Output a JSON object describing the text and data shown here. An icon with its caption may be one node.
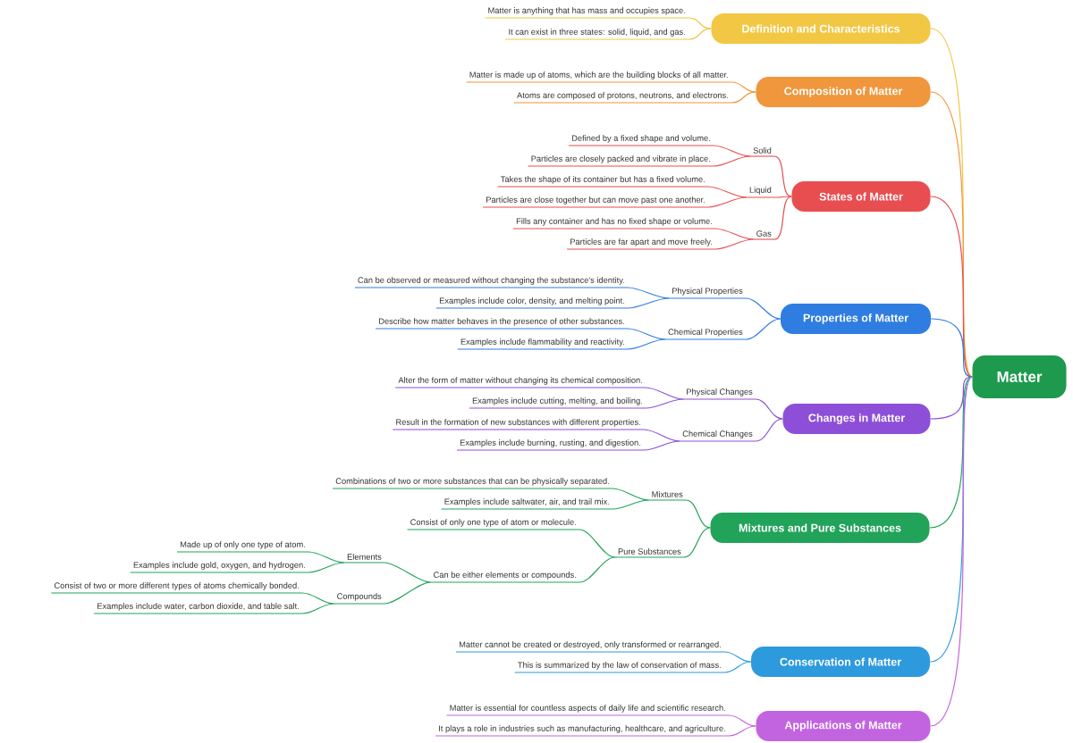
{
  "diagram": {
    "nodes": [
      {
        "text": [
          "Matter"
        ]
      },
      {
        "text": [
          "Definition and Characteristics"
        ]
      },
      {
        "text": [
          "Matter is anything that has mass and occupies space."
        ]
      },
      {
        "text": [
          "It can exist in three states: solid, liquid, and gas."
        ]
      },
      {
        "text": [
          "Composition of Matter"
        ]
      },
      {
        "text": [
          "Matter is made up of atoms, which are the building blocks of all matter."
        ]
      },
      {
        "text": [
          "Atoms are composed of protons, neutrons, and electrons."
        ]
      },
      {
        "text": [
          "States of Matter"
        ]
      },
      {
        "text": [
          "Solid"
        ]
      },
      {
        "text": [
          "Defined by a fixed shape and volume."
        ]
      },
      {
        "text": [
          "Particles are closely packed and vibrate in place."
        ]
      },
      {
        "text": [
          "Liquid"
        ]
      },
      {
        "text": [
          "Takes the shape of its container but has a fixed volume."
        ]
      },
      {
        "text": [
          "Particles are close together but can move past one another."
        ]
      },
      {
        "text": [
          "Gas"
        ]
      },
      {
        "text": [
          "Fills any container and has no fixed shape or volume."
        ]
      },
      {
        "text": [
          "Particles are far apart and move freely."
        ]
      },
      {
        "text": [
          "Properties of Matter"
        ]
      },
      {
        "text": [
          "Physical Properties"
        ]
      },
      {
        "text": [
          "Can be observed or measured without changing the substance's identity."
        ]
      },
      {
        "text": [
          "Examples include color, density, and melting point."
        ]
      },
      {
        "text": [
          "Chemical Properties"
        ]
      },
      {
        "text": [
          "Describe how matter behaves in the presence of other substances."
        ]
      },
      {
        "text": [
          "Examples include flammability and reactivity."
        ]
      },
      {
        "text": [
          "Changes in Matter"
        ]
      },
      {
        "text": [
          "Physical Changes"
        ]
      },
      {
        "text": [
          "Alter the form of matter without changing its chemical composition."
        ]
      },
      {
        "text": [
          "Examples include cutting, melting, and boiling."
        ]
      },
      {
        "text": [
          "Chemical Changes"
        ]
      },
      {
        "text": [
          "Result in the formation of new substances with different properties."
        ]
      },
      {
        "text": [
          "Examples include burning, rusting, and digestion."
        ]
      },
      {
        "text": [
          "Mixtures and Pure Substances"
        ]
      },
      {
        "text": [
          "Mixtures"
        ]
      },
      {
        "text": [
          "Combinations of two or more substances that can be physically separated."
        ]
      },
      {
        "text": [
          "Examples include saltwater, air, and trail mix."
        ]
      },
      {
        "text": [
          "Pure Substances"
        ]
      },
      {
        "text": [
          "Consist of only one type of atom or molecule."
        ]
      },
      {
        "text": [
          "Can be either elements or compounds."
        ]
      },
      {
        "text": [
          "Elements"
        ]
      },
      {
        "text": [
          "Made up of only one type of atom."
        ]
      },
      {
        "text": [
          "Examples include gold, oxygen, and hydrogen."
        ]
      },
      {
        "text": [
          "Compounds"
        ]
      },
      {
        "text": [
          "Consist of two or more different types of atoms chemically bonded."
        ]
      },
      {
        "text": [
          "Examples include water, carbon dioxide, and table salt."
        ]
      },
      {
        "text": [
          "Conservation of Matter"
        ]
      },
      {
        "text": [
          "Matter cannot be created or destroyed, only transformed or rearranged."
        ]
      },
      {
        "text": [
          "This is summarized by the law of conservation of mass."
        ]
      },
      {
        "text": [
          "Applications of Matter"
        ]
      },
      {
        "text": [
          "Matter is essential for countless aspects of daily life and scientific research."
        ]
      },
      {
        "text": [
          "It plays a role in industries such as manufacturing, healthcare, and agriculture."
        ]
      }
    ],
    "edges": [
      {
        "from": 0,
        "to": 1,
        "arrow": "none",
        "color": "#f2c744"
      },
      {
        "from": 1,
        "to": 2,
        "arrow": "none",
        "color": "#f2c744"
      },
      {
        "from": 1,
        "to": 3,
        "arrow": "none",
        "color": "#f2c744"
      },
      {
        "from": 0,
        "to": 4,
        "arrow": "none",
        "color": "#f0963c"
      },
      {
        "from": 4,
        "to": 5,
        "arrow": "none",
        "color": "#f0963c"
      },
      {
        "from": 4,
        "to": 6,
        "arrow": "none",
        "color": "#f0963c"
      },
      {
        "from": 0,
        "to": 7,
        "arrow": "none",
        "color": "#e84d50"
      },
      {
        "from": 7,
        "to": 8,
        "arrow": "none",
        "color": "#e84d50"
      },
      {
        "from": 8,
        "to": 9,
        "arrow": "none",
        "color": "#e84d50"
      },
      {
        "from": 8,
        "to": 10,
        "arrow": "none",
        "color": "#e84d50"
      },
      {
        "from": 7,
        "to": 11,
        "arrow": "none",
        "color": "#e84d50"
      },
      {
        "from": 11,
        "to": 12,
        "arrow": "none",
        "color": "#e84d50"
      },
      {
        "from": 11,
        "to": 13,
        "arrow": "none",
        "color": "#e84d50"
      },
      {
        "from": 7,
        "to": 14,
        "arrow": "none",
        "color": "#e84d50"
      },
      {
        "from": 14,
        "to": 15,
        "arrow": "none",
        "color": "#e84d50"
      },
      {
        "from": 14,
        "to": 16,
        "arrow": "none",
        "color": "#e84d50"
      },
      {
        "from": 0,
        "to": 17,
        "arrow": "none",
        "color": "#2f7de1"
      },
      {
        "from": 17,
        "to": 18,
        "arrow": "none",
        "color": "#2f7de1"
      },
      {
        "from": 18,
        "to": 19,
        "arrow": "none",
        "color": "#2f7de1"
      },
      {
        "from": 18,
        "to": 20,
        "arrow": "none",
        "color": "#2f7de1"
      },
      {
        "from": 17,
        "to": 21,
        "arrow": "none",
        "color": "#2f7de1"
      },
      {
        "from": 21,
        "to": 22,
        "arrow": "none",
        "color": "#2f7de1"
      },
      {
        "from": 21,
        "to": 23,
        "arrow": "none",
        "color": "#2f7de1"
      },
      {
        "from": 0,
        "to": 24,
        "arrow": "none",
        "color": "#8d4fd8"
      },
      {
        "from": 24,
        "to": 25,
        "arrow": "none",
        "color": "#8d4fd8"
      },
      {
        "from": 25,
        "to": 26,
        "arrow": "none",
        "color": "#8d4fd8"
      },
      {
        "from": 25,
        "to": 27,
        "arrow": "none",
        "color": "#8d4fd8"
      },
      {
        "from": 24,
        "to": 28,
        "arrow": "none",
        "color": "#8d4fd8"
      },
      {
        "from": 28,
        "to": 29,
        "arrow": "none",
        "color": "#8d4fd8"
      },
      {
        "from": 28,
        "to": 30,
        "arrow": "none",
        "color": "#8d4fd8"
      },
      {
        "from": 0,
        "to": 31,
        "arrow": "none",
        "color": "#22a35a"
      },
      {
        "from": 31,
        "to": 32,
        "arrow": "none",
        "color": "#22a35a"
      },
      {
        "from": 32,
        "to": 33,
        "arrow": "none",
        "color": "#22a35a"
      },
      {
        "from": 32,
        "to": 34,
        "arrow": "none",
        "color": "#22a35a"
      },
      {
        "from": 31,
        "to": 35,
        "arrow": "none",
        "color": "#22a35a"
      },
      {
        "from": 35,
        "to": 36,
        "arrow": "none",
        "color": "#22a35a"
      },
      {
        "from": 35,
        "to": 37,
        "arrow": "none",
        "color": "#22a35a"
      },
      {
        "from": 37,
        "to": 38,
        "arrow": "none",
        "color": "#22a35a"
      },
      {
        "from": 38,
        "to": 39,
        "arrow": "none",
        "color": "#22a35a"
      },
      {
        "from": 38,
        "to": 40,
        "arrow": "none",
        "color": "#22a35a"
      },
      {
        "from": 37,
        "to": 41,
        "arrow": "none",
        "color": "#22a35a"
      },
      {
        "from": 41,
        "to": 42,
        "arrow": "none",
        "color": "#22a35a"
      },
      {
        "from": 41,
        "to": 43,
        "arrow": "none",
        "color": "#22a35a"
      },
      {
        "from": 0,
        "to": 44,
        "arrow": "none",
        "color": "#2e9ade"
      },
      {
        "from": 44,
        "to": 45,
        "arrow": "none",
        "color": "#2e9ade"
      },
      {
        "from": 44,
        "to": 46,
        "arrow": "none",
        "color": "#2e9ade"
      },
      {
        "from": 0,
        "to": 47,
        "arrow": "none",
        "color": "#c264e0"
      },
      {
        "from": 47,
        "to": 48,
        "arrow": "none",
        "color": "#c264e0"
      },
      {
        "from": 47,
        "to": 49,
        "arrow": "none",
        "color": "#c264e0"
      }
    ]
  }
}
